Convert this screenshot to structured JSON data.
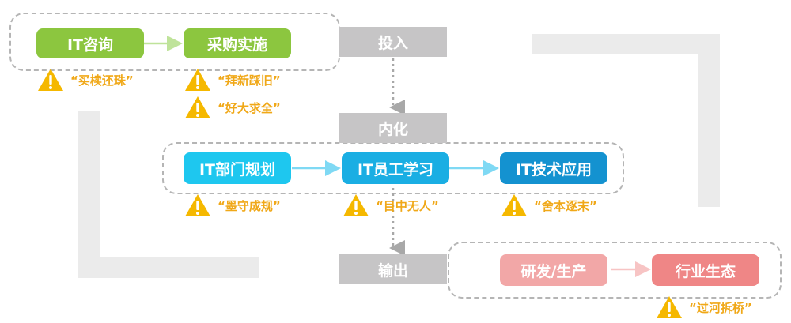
{
  "nodes": {
    "it_consult": "IT咨询",
    "procurement": "采购实施",
    "input": "投入",
    "internalize": "内化",
    "it_dept_plan": "IT部门规划",
    "it_staff_learn": "IT员工学习",
    "it_tech_apply": "IT技术应用",
    "output": "输出",
    "rnd_production": "研发/生产",
    "industry_ecology": "行业生态"
  },
  "warnings": {
    "w1": "“买椟还珠”",
    "w2": "“拜新踩旧”",
    "w3": "“好大求全”",
    "w4": "“墨守成规”",
    "w5": "“目中无人”",
    "w6": "“舍本逐末”",
    "w7": "“过河拆桥”"
  },
  "colors": {
    "green": "#8cc63f",
    "blue_light": "#1ec7ef",
    "blue_mid": "#1aaee3",
    "blue_dark": "#1492d0",
    "pink_light": "#f2a7a7",
    "pink": "#ef8686",
    "gray": "#c6c5c6",
    "warning": "#f0a818"
  }
}
